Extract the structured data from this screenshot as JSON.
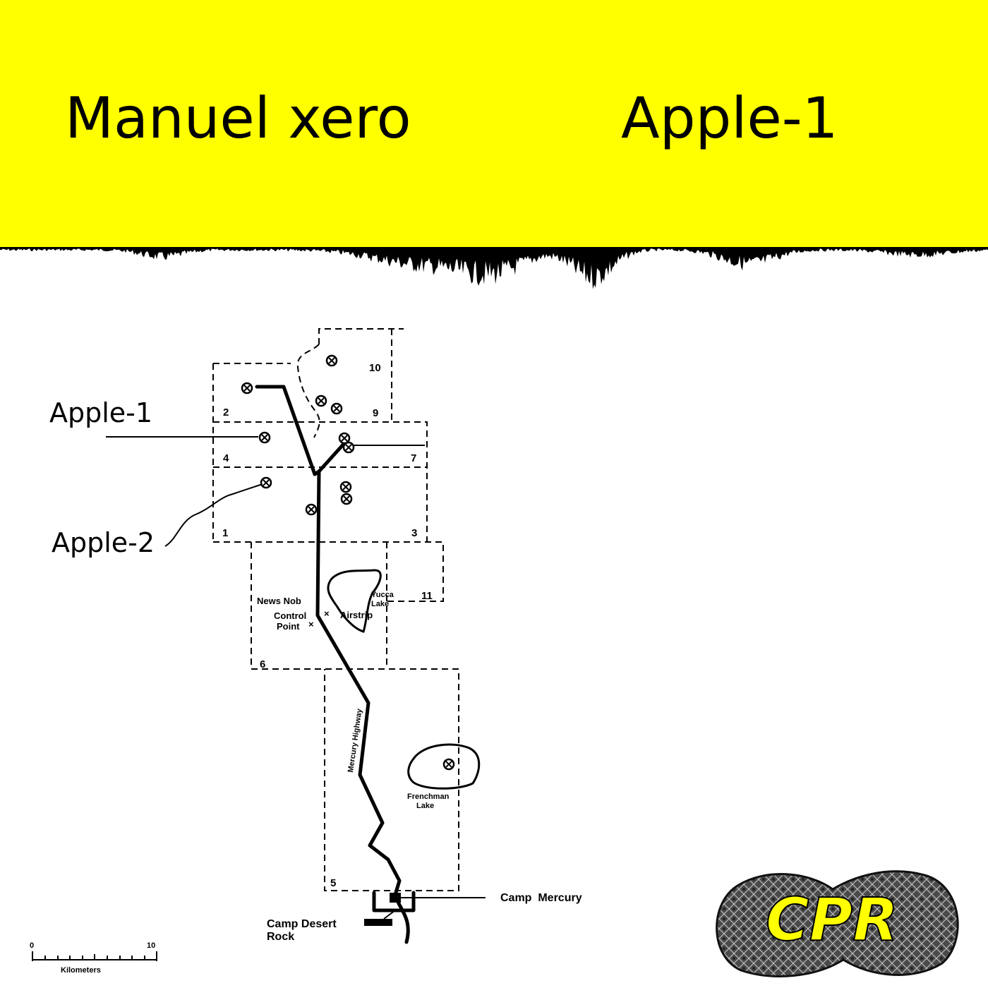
{
  "header": {
    "artist": "Manuel xero",
    "album": "Apple-1",
    "background_color": "#ffff00"
  },
  "map": {
    "callouts": {
      "apple1": "Apple-1",
      "apple2": "Apple-2"
    },
    "area_numbers": [
      "1",
      "2",
      "3",
      "4",
      "5",
      "6",
      "7",
      "9",
      "10",
      "11"
    ],
    "places": {
      "news_nob": "News Nob",
      "control_point_line1": "Control",
      "control_point_line2": "Point",
      "airstrip": "Airstrip",
      "yucca_line1": "Yucca",
      "yucca_line2": "Lake",
      "frenchman_line1": "Frenchman",
      "frenchman_line2": "Lake",
      "highway": "Mercury Highway",
      "camp_mercury": "Camp  Mercury",
      "camp_desert_rock_line1": "Camp Desert",
      "camp_desert_rock_line2": "Rock"
    },
    "scale": {
      "min": "0",
      "max": "10",
      "unit": "Kilometers"
    },
    "marker_icon": "circle-x-icon"
  },
  "logo": {
    "text": "CPR",
    "text_color": "#ffff00"
  }
}
